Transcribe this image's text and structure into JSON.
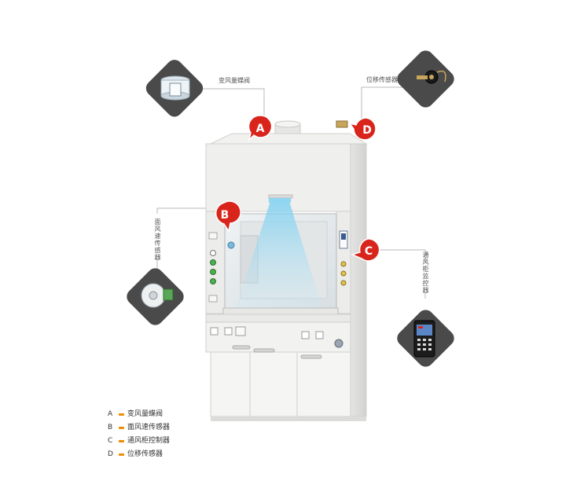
{
  "callouts": {
    "a": {
      "letter": "A",
      "label": "变风量蝶阀"
    },
    "b": {
      "letter": "B",
      "label": "面风速传感器"
    },
    "c": {
      "letter": "C",
      "label": "通风柜监控器"
    },
    "d": {
      "letter": "D",
      "label": "位移传感器"
    }
  },
  "legend": [
    {
      "letter": "A",
      "label": "变风量蝶阀"
    },
    {
      "letter": "B",
      "label": "面风速传感器"
    },
    {
      "letter": "C",
      "label": "通风柜控制器"
    },
    {
      "letter": "D",
      "label": "位移传感器"
    }
  ],
  "colors": {
    "badge": "#d9241c",
    "accent": "#f08a00",
    "cabinet": "#efefed",
    "tile": "#4a4a4a"
  }
}
